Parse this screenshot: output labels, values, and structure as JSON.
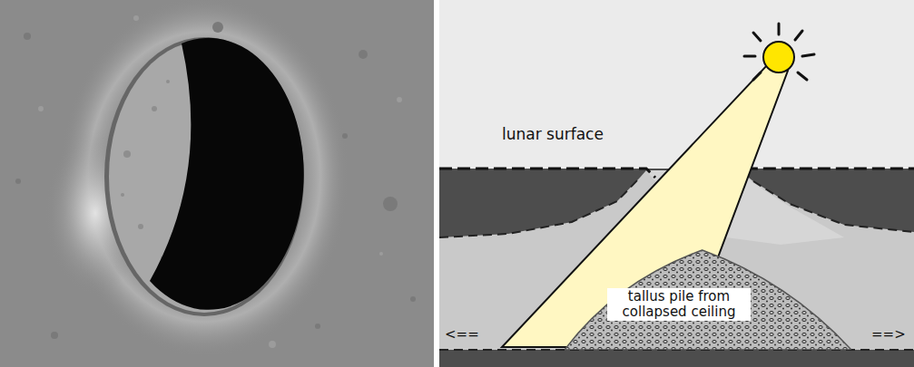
{
  "diagram": {
    "nodes": [
      {
        "text": [
          "tallus pile from collapsed ceiling"
        ]
      }
    ],
    "labels": [
      "lunar surface",
      "<==",
      "==>"
    ]
  }
}
